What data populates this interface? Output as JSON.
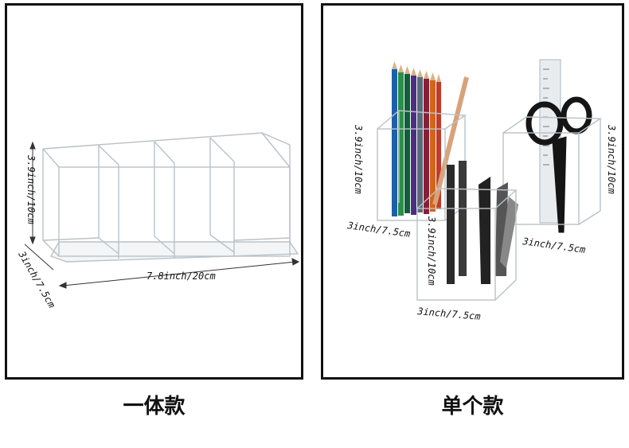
{
  "left_panel": {
    "height_label": "3.9inch/10cm",
    "depth_label": "3inch/7.5cm",
    "width_label": "7.8inch/20cm",
    "caption": "一体款"
  },
  "right_panel": {
    "cup_back_left": {
      "height_label": "3.9inch/10cm",
      "width_label": "3inch/7.5cm"
    },
    "cup_back_right": {
      "height_label": "3.9inch/10cm",
      "width_label": "3inch/7.5cm"
    },
    "cup_front": {
      "height_label": "3.9inch/10cm",
      "width_label": "3inch/7.5cm"
    },
    "caption": "单个款"
  },
  "colors": {
    "acrylic_edge": "#b9c2c8",
    "pencil_colors": [
      "#1d5fa8",
      "#2a8f4a",
      "#0e5f3a",
      "#4b2f83",
      "#8c1d3a",
      "#d0661a",
      "#5a6a78",
      "#c23b2a"
    ],
    "scissors_handle": "#151515",
    "ruler": "#e8ecef"
  }
}
